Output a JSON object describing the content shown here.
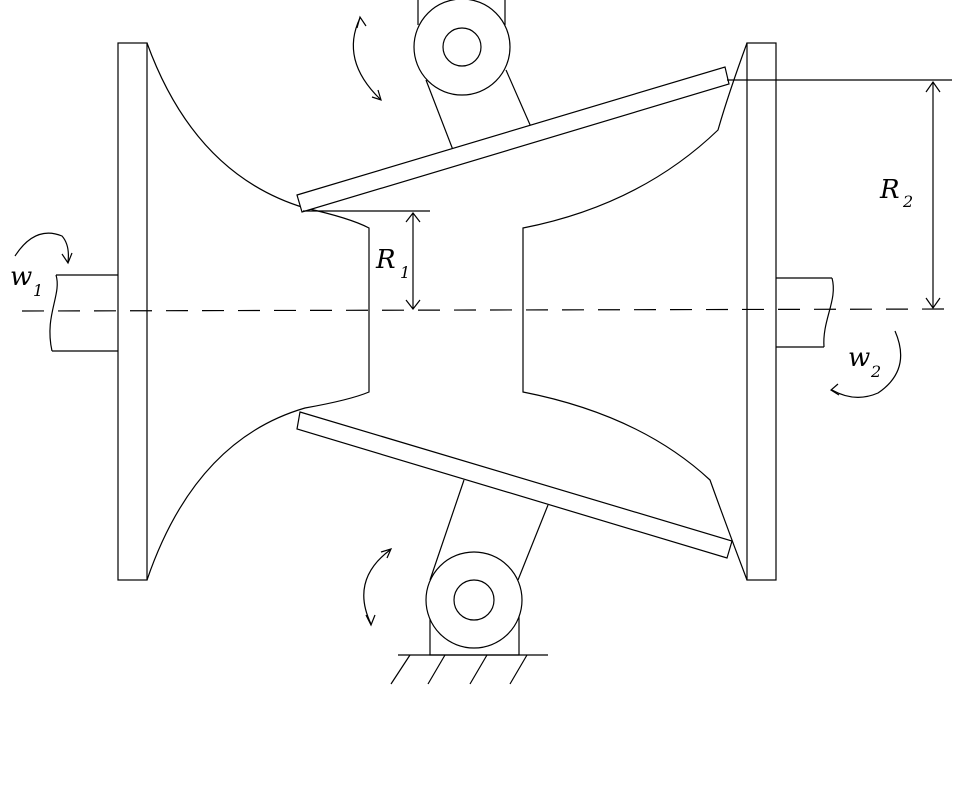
{
  "labels": {
    "r1_main": "R",
    "r1_sub": "1",
    "r2_main": "R",
    "r2_sub": "2",
    "w1_main": "w",
    "w1_sub": "1",
    "w2_main": "w",
    "w2_sub": "2"
  }
}
